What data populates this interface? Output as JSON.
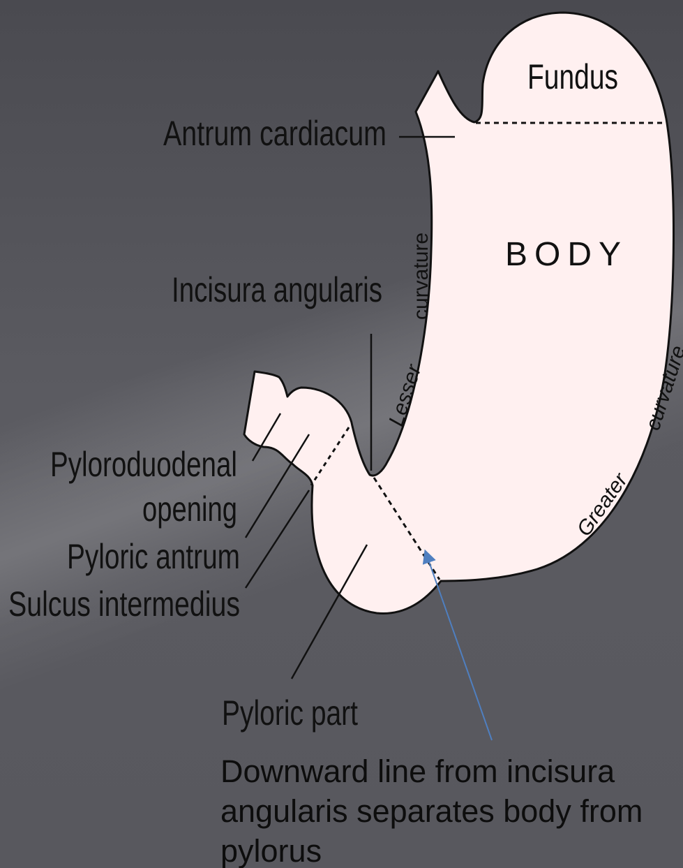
{
  "labels": {
    "fundus": "Fundus",
    "antrum_cardiacum": "Antrum cardiacum",
    "body": "BODY",
    "lesser_curvature_1": "Lesser",
    "lesser_curvature_2": "curvature",
    "incisura_angularis": "Incisura angularis",
    "greater_curvature_1": "Greater",
    "greater_curvature_2": "curvature",
    "pyloroduodenal_1": "Pyloroduodenal",
    "pyloroduodenal_2": "opening",
    "pyloric_antrum": "Pyloric antrum",
    "sulcus_intermedius": "Sulcus intermedius",
    "pyloric_part": "Pyloric part"
  },
  "caption": "Downward line from incisura angularis separates body from pylorus",
  "colors": {
    "stomach_fill": "#fff0f0",
    "outline": "#111111",
    "arrow": "#4f7fc0"
  }
}
